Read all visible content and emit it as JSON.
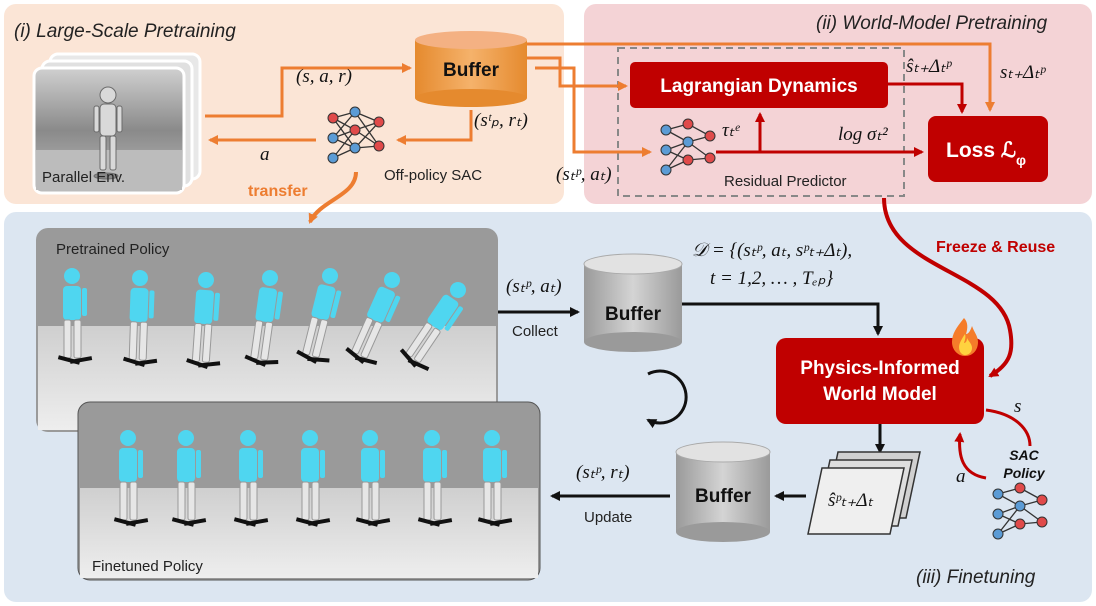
{
  "sections": {
    "pretraining_title": "(i) Large-Scale Pretraining",
    "world_model_title": "(ii) World-Model Pretraining",
    "finetuning_title": "(iii) Finetuning"
  },
  "pretraining": {
    "env_label": "Parallel Env.",
    "buffer_label": "Buffer",
    "sac_label": "Off-policy SAC",
    "transfer_label": "transfer",
    "sar_label": "(s, a, r)",
    "action_label": "a",
    "sprt_label": "(sᵗₚ, rₜ)"
  },
  "world_model": {
    "dynamics_label": "Lagrangian Dynamics",
    "loss_label": "Loss ℒ",
    "loss_sub": "φ",
    "residual_label": "Residual Predictor",
    "input_label": "(sₜᵖ, aₜ)",
    "pred_label": "ŝₜ₊Δₜᵖ",
    "target_label": "sₜ₊Δₜᵖ",
    "tau_label": "τₜᵉ",
    "logsigma_label": "log σₜ²"
  },
  "finetuning": {
    "pretrained_policy_label": "Pretrained Policy",
    "finetuned_policy_label": "Finetuned Policy",
    "freeze_label": "Freeze & Reuse",
    "buffer_top_label": "Buffer",
    "buffer_bottom_label": "Buffer",
    "collect_label": "Collect",
    "update_label": "Update",
    "world_model_line1": "Physics-Informed",
    "world_model_line2": "World Model",
    "sac_policy_line1": "SAC",
    "sac_policy_line2": "Policy",
    "collect_tuple": "(sₜᵖ, aₜ)",
    "update_tuple": "(sₜᵖ, rₜ)",
    "dataset_line1": "𝒟 = {(sₜᵖ, aₜ, sᵖₜ₊Δₜ),",
    "dataset_line2": "t = 1,2, … , Tₑₚ}",
    "pred_stack_label": "ŝᵖₜ₊Δₜ",
    "s_label": "s",
    "a_label": "a"
  },
  "colors": {
    "orange": "#ED7D31",
    "red_box": "#C00000",
    "peach_bg": "#FBE5D6",
    "pink_bg": "#F4D3D6",
    "blue_bg": "#DCE6F1",
    "node_blue": "#5B9BD5",
    "node_red": "#E04A4A",
    "robot_cyan": "#4FD6F0"
  },
  "icons": {
    "fire": "fire-icon",
    "refresh": "refresh-arrow-icon",
    "network": "neural-network-icon"
  }
}
